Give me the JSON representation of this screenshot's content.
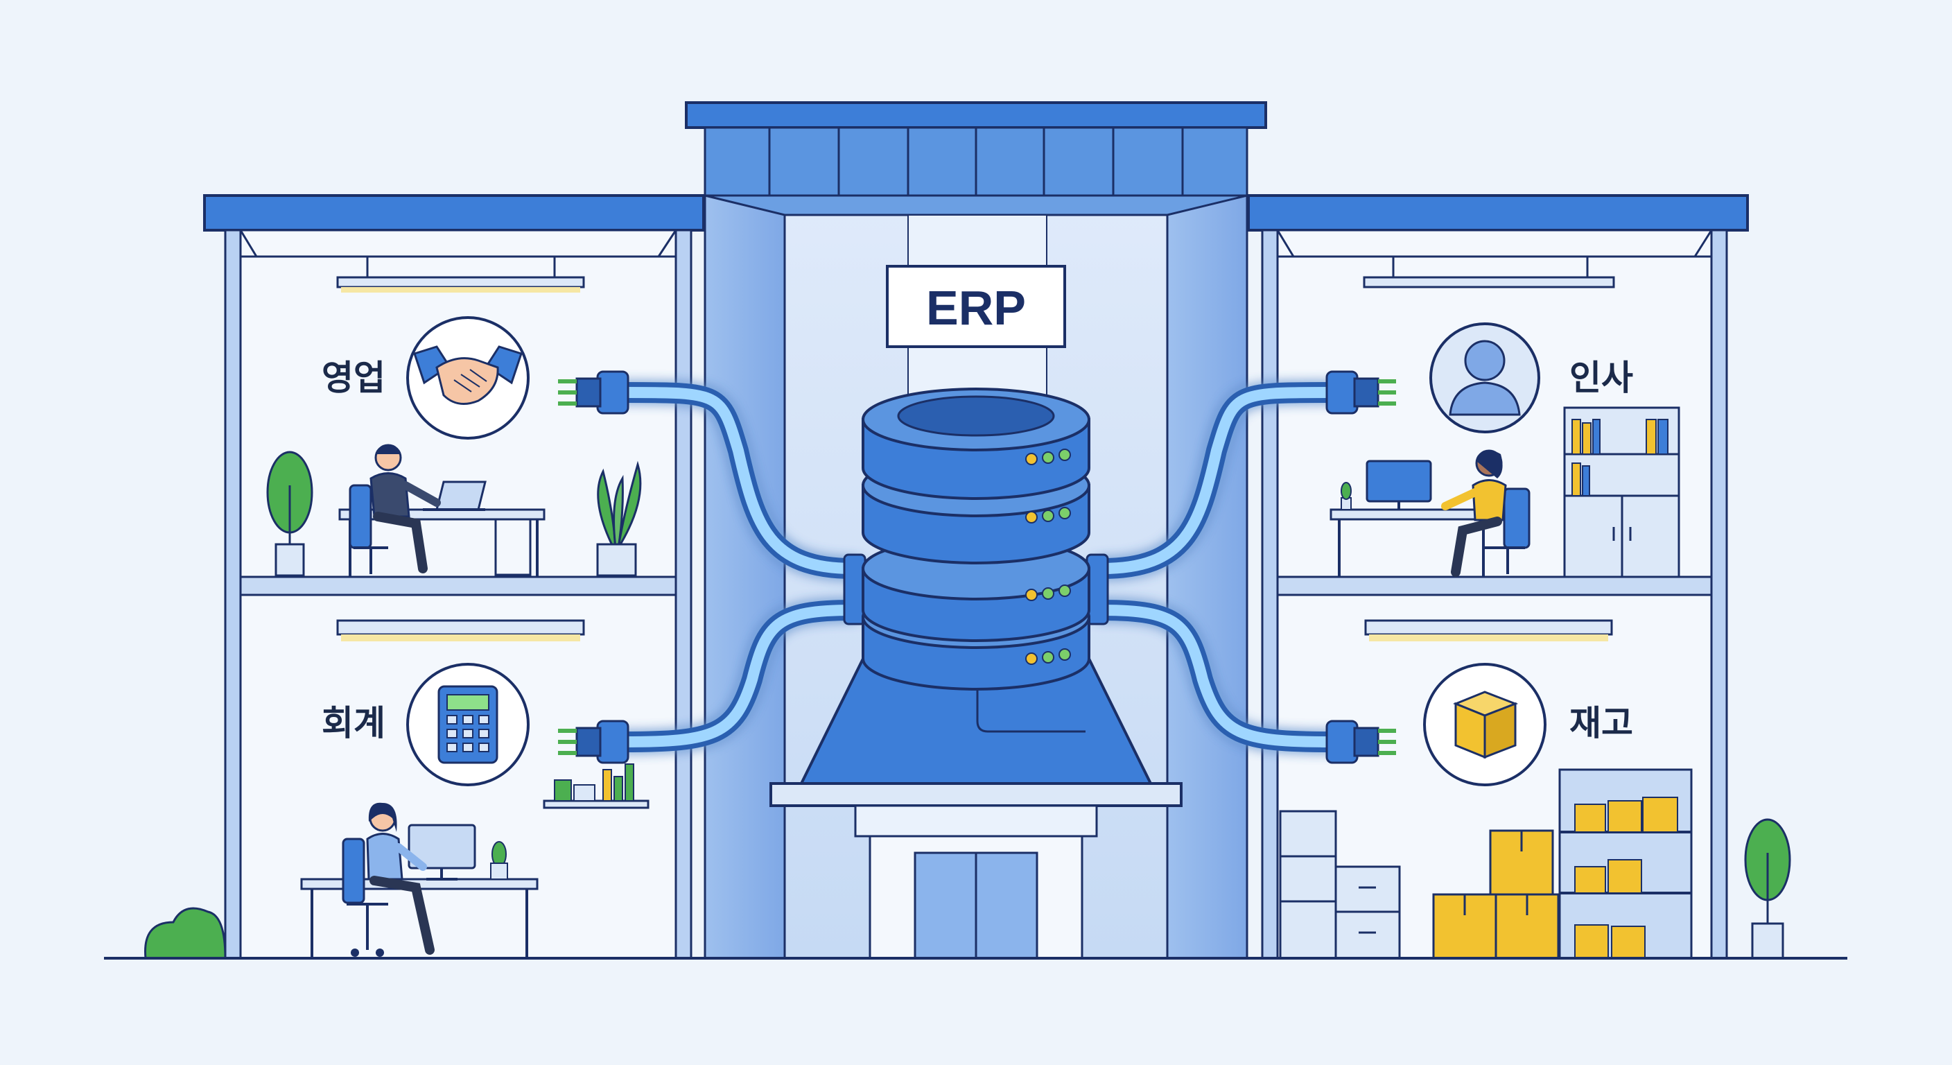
{
  "erp": {
    "sign_text": "ERP"
  },
  "departments": {
    "sales": {
      "label": "영업",
      "icon": "handshake-icon"
    },
    "hr": {
      "label": "인사",
      "icon": "person-silhouette-icon"
    },
    "accounting": {
      "label": "회계",
      "icon": "calculator-icon"
    },
    "inventory": {
      "label": "재고",
      "icon": "box-icon"
    }
  },
  "colors": {
    "background": "#eef4fb",
    "primary_blue": "#3d7ed8",
    "dark_blue": "#2b5fb0",
    "outline": "#1b2f66",
    "glow": "#8fd0ff",
    "connector_green": "#4caf50",
    "box_yellow": "#f2c230",
    "plant_green": "#4caf50"
  }
}
